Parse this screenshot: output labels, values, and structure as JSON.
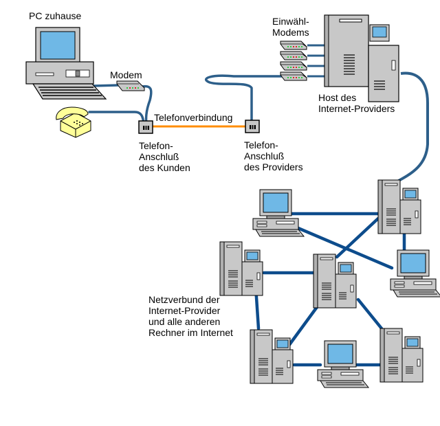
{
  "diagram": {
    "title": "Internet-Einwahl über Modem",
    "colors": {
      "cable": "#2d5f8a",
      "backbone": "#0d4c8c",
      "phone_line": "#ff8c00",
      "device_gray": "#c8c8c8",
      "screen": "#6fb8e6",
      "phone": "#ffff99"
    },
    "labels": {
      "pc_home": "PC zuhause",
      "modem": "Modem",
      "phone_connection": "Telefonverbindung",
      "customer_jack": "Telefon-\nAnschluß\ndes Kunden",
      "provider_jack": "Telefon-\nAnschluß\ndes Providers",
      "dialup_modems": "Einwähl-\nModems",
      "provider_host": "Host des\nInternet-Providers",
      "network": "Netzverbund der\nInternet-Provider\nund alle anderen\nRechner im Internet"
    },
    "nodes": [
      {
        "id": "home-pc",
        "kind": "desktop",
        "label_key": "pc_home"
      },
      {
        "id": "home-modem",
        "kind": "modem",
        "label_key": "modem"
      },
      {
        "id": "telephone",
        "kind": "telephone"
      },
      {
        "id": "customer-jack",
        "kind": "jack",
        "label_key": "customer_jack"
      },
      {
        "id": "provider-jack",
        "kind": "jack",
        "label_key": "provider_jack"
      },
      {
        "id": "dialup-modem-1",
        "kind": "modem"
      },
      {
        "id": "dialup-modem-2",
        "kind": "modem"
      },
      {
        "id": "dialup-modem-3",
        "kind": "modem"
      },
      {
        "id": "dialup-modem-4",
        "kind": "modem"
      },
      {
        "id": "provider-host",
        "kind": "server",
        "label_key": "provider_host"
      },
      {
        "id": "net-server-top-right",
        "kind": "server"
      },
      {
        "id": "net-pc-top-left",
        "kind": "desktop"
      },
      {
        "id": "net-pc-right",
        "kind": "desktop"
      },
      {
        "id": "net-server-left",
        "kind": "server"
      },
      {
        "id": "net-server-center",
        "kind": "server"
      },
      {
        "id": "net-server-bottom-left",
        "kind": "server"
      },
      {
        "id": "net-pc-bottom",
        "kind": "desktop"
      },
      {
        "id": "net-server-bottom-right",
        "kind": "server"
      }
    ],
    "edges": [
      {
        "from": "home-pc",
        "to": "home-modem",
        "type": "cable"
      },
      {
        "from": "home-modem",
        "to": "customer-jack",
        "type": "cable"
      },
      {
        "from": "telephone",
        "to": "customer-jack",
        "type": "cable"
      },
      {
        "from": "customer-jack",
        "to": "provider-jack",
        "type": "phone_line"
      },
      {
        "from": "provider-jack",
        "to": "dialup-modem-4",
        "type": "cable"
      },
      {
        "from": "dialup-modem-1",
        "to": "provider-host",
        "type": "cable"
      },
      {
        "from": "dialup-modem-2",
        "to": "provider-host",
        "type": "cable"
      },
      {
        "from": "dialup-modem-3",
        "to": "provider-host",
        "type": "cable"
      },
      {
        "from": "dialup-modem-4",
        "to": "provider-host",
        "type": "cable"
      },
      {
        "from": "provider-host",
        "to": "net-server-top-right",
        "type": "cable"
      },
      {
        "from": "net-pc-top-left",
        "to": "net-server-top-right",
        "type": "backbone"
      },
      {
        "from": "net-pc-top-left",
        "to": "net-pc-right",
        "type": "backbone"
      },
      {
        "from": "net-server-top-right",
        "to": "net-server-center",
        "type": "backbone"
      },
      {
        "from": "net-server-top-right",
        "to": "net-pc-right",
        "type": "backbone"
      },
      {
        "from": "net-server-left",
        "to": "net-server-center",
        "type": "backbone"
      },
      {
        "from": "net-server-left",
        "to": "net-server-bottom-left",
        "type": "backbone"
      },
      {
        "from": "net-server-center",
        "to": "net-server-bottom-left",
        "type": "backbone"
      },
      {
        "from": "net-server-center",
        "to": "net-server-bottom-right",
        "type": "backbone"
      },
      {
        "from": "net-server-bottom-left",
        "to": "net-pc-bottom",
        "type": "backbone"
      },
      {
        "from": "net-pc-bottom",
        "to": "net-server-bottom-right",
        "type": "backbone"
      }
    ]
  }
}
